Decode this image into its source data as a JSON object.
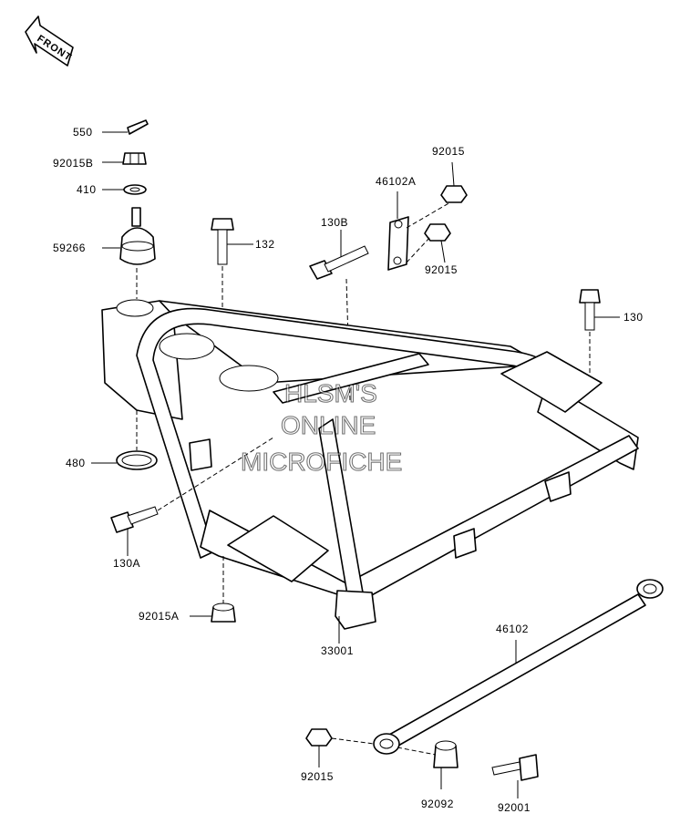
{
  "front_arrow": {
    "label": "FRONT"
  },
  "callouts": {
    "p550": "550",
    "p92015B": "92015B",
    "p410": "410",
    "p59266": "59266",
    "p132": "132",
    "p130B": "130B",
    "p46102A": "46102A",
    "p92015_top": "92015",
    "p92015_mid": "92015",
    "p130": "130",
    "p480": "480",
    "p130A": "130A",
    "p92015A": "92015A",
    "p33001": "33001",
    "p46102": "46102",
    "p92015_bottom": "92015",
    "p92092": "92092",
    "p92001": "92001"
  },
  "watermark": {
    "line1": "HLSM'S",
    "line2": "ONLINE",
    "line3": "MICROFICHE"
  }
}
